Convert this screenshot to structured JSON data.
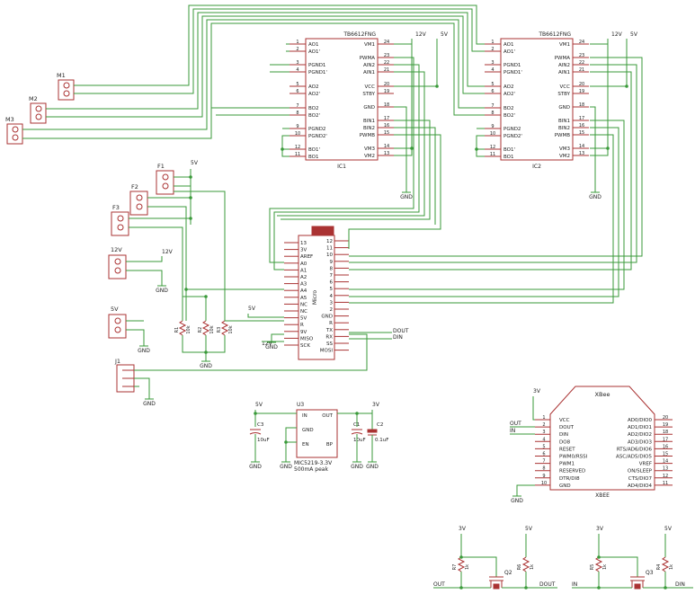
{
  "ic_tb": {
    "part": "TB6612FNG",
    "left_pins": [
      {
        "n": "1",
        "name": "AO1"
      },
      {
        "n": "2",
        "name": "AO1'"
      },
      {
        "n": "3",
        "name": "PGND1"
      },
      {
        "n": "4",
        "name": "PGND1'"
      },
      {
        "n": "5",
        "name": "AO2"
      },
      {
        "n": "6",
        "name": "AO2'"
      },
      {
        "n": "7",
        "name": "BO2"
      },
      {
        "n": "8",
        "name": "BO2'"
      },
      {
        "n": "9",
        "name": "PGND2"
      },
      {
        "n": "10",
        "name": "PGND2'"
      },
      {
        "n": "12",
        "name": "BO1'"
      },
      {
        "n": "11",
        "name": "BO1"
      }
    ],
    "right_pins": [
      {
        "n": "24",
        "name": "VM1"
      },
      {
        "n": "23",
        "name": "PWMA"
      },
      {
        "n": "22",
        "name": "AIN2"
      },
      {
        "n": "21",
        "name": "AIN1"
      },
      {
        "n": "20",
        "name": "VCC"
      },
      {
        "n": "19",
        "name": "STBY"
      },
      {
        "n": "18",
        "name": "GND"
      },
      {
        "n": "17",
        "name": "BIN1"
      },
      {
        "n": "16",
        "name": "BIN2"
      },
      {
        "n": "15",
        "name": "PWMB"
      },
      {
        "n": "14",
        "name": "VM3"
      },
      {
        "n": "13",
        "name": "VM2"
      }
    ],
    "names": [
      "IC1",
      "IC2"
    ]
  },
  "micro": {
    "name": "Micro",
    "left_pins": [
      {
        "n": "13",
        "name": ""
      },
      {
        "n": "3V",
        "name": ""
      },
      {
        "n": "AREF",
        "name": ""
      },
      {
        "n": "A0",
        "name": ""
      },
      {
        "n": "A1",
        "name": ""
      },
      {
        "n": "A2",
        "name": ""
      },
      {
        "n": "A3",
        "name": ""
      },
      {
        "n": "A4",
        "name": ""
      },
      {
        "n": "A5",
        "name": ""
      },
      {
        "n": "NC",
        "name": ""
      },
      {
        "n": "NC",
        "name": ""
      },
      {
        "n": "5V",
        "name": ""
      },
      {
        "n": "R",
        "name": ""
      },
      {
        "n": "9V",
        "name": ""
      },
      {
        "n": "MISO",
        "name": ""
      },
      {
        "n": "SCK",
        "name": ""
      }
    ],
    "right_pins": [
      {
        "n": "12",
        "name": ""
      },
      {
        "n": "11",
        "name": ""
      },
      {
        "n": "10",
        "name": ""
      },
      {
        "n": "9",
        "name": ""
      },
      {
        "n": "8",
        "name": ""
      },
      {
        "n": "7",
        "name": ""
      },
      {
        "n": "6",
        "name": ""
      },
      {
        "n": "5",
        "name": ""
      },
      {
        "n": "4",
        "name": ""
      },
      {
        "n": "3",
        "name": ""
      },
      {
        "n": "2",
        "name": ""
      },
      {
        "n": "GND",
        "name": ""
      },
      {
        "n": "R",
        "name": ""
      },
      {
        "n": "TX",
        "name": ""
      },
      {
        "n": "RX",
        "name": ""
      },
      {
        "n": "SS",
        "name": ""
      },
      {
        "n": "MOSI",
        "name": ""
      }
    ]
  },
  "motors": [
    "M1",
    "M2",
    "M3"
  ],
  "sensors": [
    "F1",
    "F2",
    "F3"
  ],
  "connectors": {
    "twelve": "12V",
    "five": "5V",
    "j1": "J1"
  },
  "resistors": {
    "pulldown": [
      "R1",
      "R2",
      "R3"
    ],
    "pulldown_value": "10k",
    "level": [
      "R7",
      "R6",
      "R5",
      "R4"
    ],
    "level_value": "1k"
  },
  "reg": {
    "name": "U3",
    "in": "IN",
    "out": "OUT",
    "gnd": "GND",
    "en": "EN",
    "bp": "BP",
    "line1": "MIC5219-3.3V",
    "line2": "500mA peak"
  },
  "caps": {
    "c3": "C3",
    "c3v": "10uF",
    "c1": "C1",
    "c1v": "10uF",
    "c2": "C2",
    "c2v": "0.1uF"
  },
  "xbee": {
    "title": "XBee",
    "caption": "XBEE",
    "left_pins": [
      {
        "n": "1",
        "name": "VCC"
      },
      {
        "n": "2",
        "name": "DOUT"
      },
      {
        "n": "3",
        "name": "DIN"
      },
      {
        "n": "4",
        "name": "DO8"
      },
      {
        "n": "5",
        "name": "RESET"
      },
      {
        "n": "6",
        "name": "PWM0/RSSI"
      },
      {
        "n": "7",
        "name": "PWM1"
      },
      {
        "n": "8",
        "name": "RESERVED"
      },
      {
        "n": "9",
        "name": "DTR/DI8"
      },
      {
        "n": "10",
        "name": "GND"
      }
    ],
    "right_pins": [
      {
        "n": "20",
        "name": "AD0/DIO0"
      },
      {
        "n": "19",
        "name": "AD1/DIO1"
      },
      {
        "n": "18",
        "name": "AD2/DIO2"
      },
      {
        "n": "17",
        "name": "AD3/DIO3"
      },
      {
        "n": "16",
        "name": "RTS/AD6/DIO6"
      },
      {
        "n": "15",
        "name": "ASC/AD5/DIO5"
      },
      {
        "n": "14",
        "name": "VREF"
      },
      {
        "n": "13",
        "name": "ON/SLEEP"
      },
      {
        "n": "12",
        "name": "CTS/DIO7"
      },
      {
        "n": "11",
        "name": "AD4/DIO4"
      }
    ]
  },
  "nets": {
    "v12": "12V",
    "v5": "5V",
    "v3": "3V",
    "gnd": "GND",
    "dout": "DOUT",
    "din": "DIN",
    "out": "OUT",
    "in": "IN"
  },
  "transistors": [
    "Q2",
    "Q3"
  ]
}
